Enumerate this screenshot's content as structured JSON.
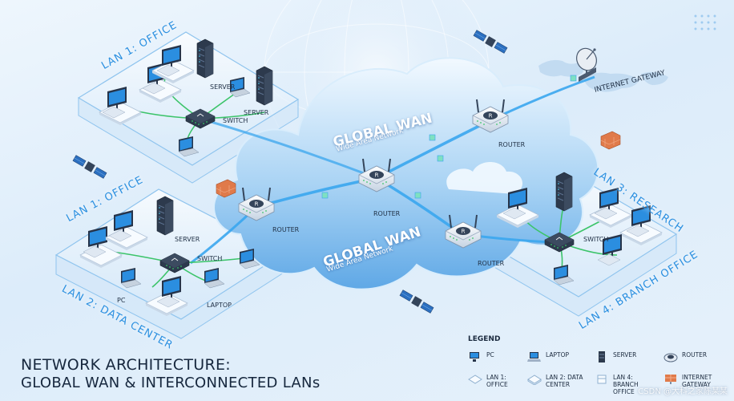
{
  "title": {
    "line1": "NETWORK ARCHITECTURE:",
    "line2": "GLOBAL WAN & INTERCONNECTED LANs"
  },
  "lans": {
    "office_top": "LAN 1: OFFICE",
    "office_left": "LAN 1: OFFICE",
    "data_center": "LAN 2: DATA CENTER",
    "research": "LAN 3: RESEARCH",
    "branch_office": "LAN 4: BRANCH OFFICE"
  },
  "wan": {
    "upper_title": "GLOBAL WAN",
    "upper_subtitle": "Wide Area Network",
    "lower_title": "GLOBAL WAN",
    "lower_subtitle": "Wide Area Network"
  },
  "devices": {
    "server_top_a": "SERVER",
    "server_top_b": "SERVER",
    "switch_top": "SWITCH",
    "server_left": "SERVER",
    "switch_left": "SWITCH",
    "pc_left": "PC",
    "laptop_left": "LAPTOP",
    "router_left": "ROUTER",
    "router_center": "ROUTER",
    "router_top": "ROUTER",
    "router_right": "ROUTER",
    "switch_right": "SWITCH",
    "internet_gateway": "INTERNET GATEWAY"
  },
  "legend": {
    "heading": "LEGEND",
    "items": [
      {
        "icon": "pc-icon",
        "label": "PC"
      },
      {
        "icon": "laptop-icon",
        "label": "LAPTOP"
      },
      {
        "icon": "server-icon",
        "label": "SERVER"
      },
      {
        "icon": "router-icon",
        "label": "ROUTER"
      },
      {
        "icon": "lan-office-icon",
        "label": "LAN 1: OFFICE"
      },
      {
        "icon": "lan-datacenter-icon",
        "label": "LAN 2: DATA CENTER"
      },
      {
        "icon": "lan-branch-icon",
        "label": "LAN 4: BRANCH OFFICE"
      },
      {
        "icon": "internet-gateway-icon",
        "label": "INTERNET GATEWAY"
      }
    ]
  },
  "watermark": "CSDN @大科之家陈某某",
  "colors": {
    "accent": "#2a8fe0",
    "link_blue": "#3aa6ee",
    "link_green": "#3cc46a",
    "firewall": "#e07a4a",
    "title": "#16273d"
  }
}
